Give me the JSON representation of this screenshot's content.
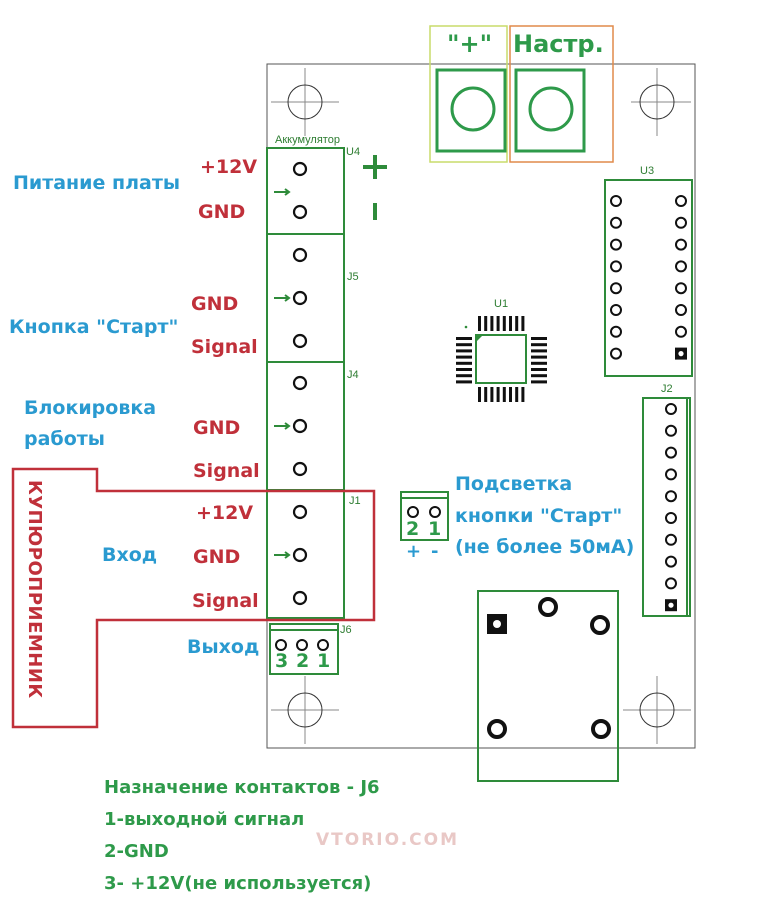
{
  "board": {
    "button_plus_label": "\"+\"",
    "button_setup_label": "Настр.",
    "u4_title": "Аккумулятор",
    "u4_ref": "U4",
    "u4_polarity_plus": "+",
    "u4_polarity_minus": "-",
    "j5_ref": "J5",
    "j4_ref": "J4",
    "j1_ref": "J1",
    "j6_ref": "J6",
    "u1_ref": "U1",
    "u3_ref": "U3",
    "j2_ref": "J2",
    "j6_pins": [
      "3",
      "2",
      "1"
    ],
    "led_pins": [
      "2",
      "1"
    ],
    "led_polarity": [
      "+",
      "-"
    ]
  },
  "labels": {
    "power": {
      "title": "Питание платы",
      "pin1": "+12V",
      "pin2": "GND"
    },
    "start_button": {
      "title": "Кнопка \"Старт\"",
      "pin1": "GND",
      "pin2": "Signal"
    },
    "lock": {
      "title_line1": "Блокировка",
      "title_line2": "работы",
      "pin1": "GND",
      "pin2": "Signal"
    },
    "coin_acceptor": {
      "title": "КУПЮРОПРИЕМНИК",
      "input_label": "Вход",
      "pin1": "+12V",
      "pin2": "GND",
      "pin3": "Signal"
    },
    "output": {
      "title": "Выход"
    },
    "backlight": {
      "line1": "Подсветка",
      "line2": "кнопки \"Старт\"",
      "line3": "(не более 50мА)"
    }
  },
  "notes": {
    "title": "Назначение контактов - J6",
    "lines": [
      "1-выходной сигнал",
      "2-GND",
      "3- +12V(не используется)"
    ]
  },
  "watermark": "VTORIO.COM",
  "colors": {
    "pcb_green": "#2e8b3a",
    "label_blue": "#2a9ad0",
    "label_red": "#c0303a",
    "note_green": "#2e9a4a",
    "box_yellow": "#c8dc6a",
    "box_orange": "#e08a4a"
  }
}
